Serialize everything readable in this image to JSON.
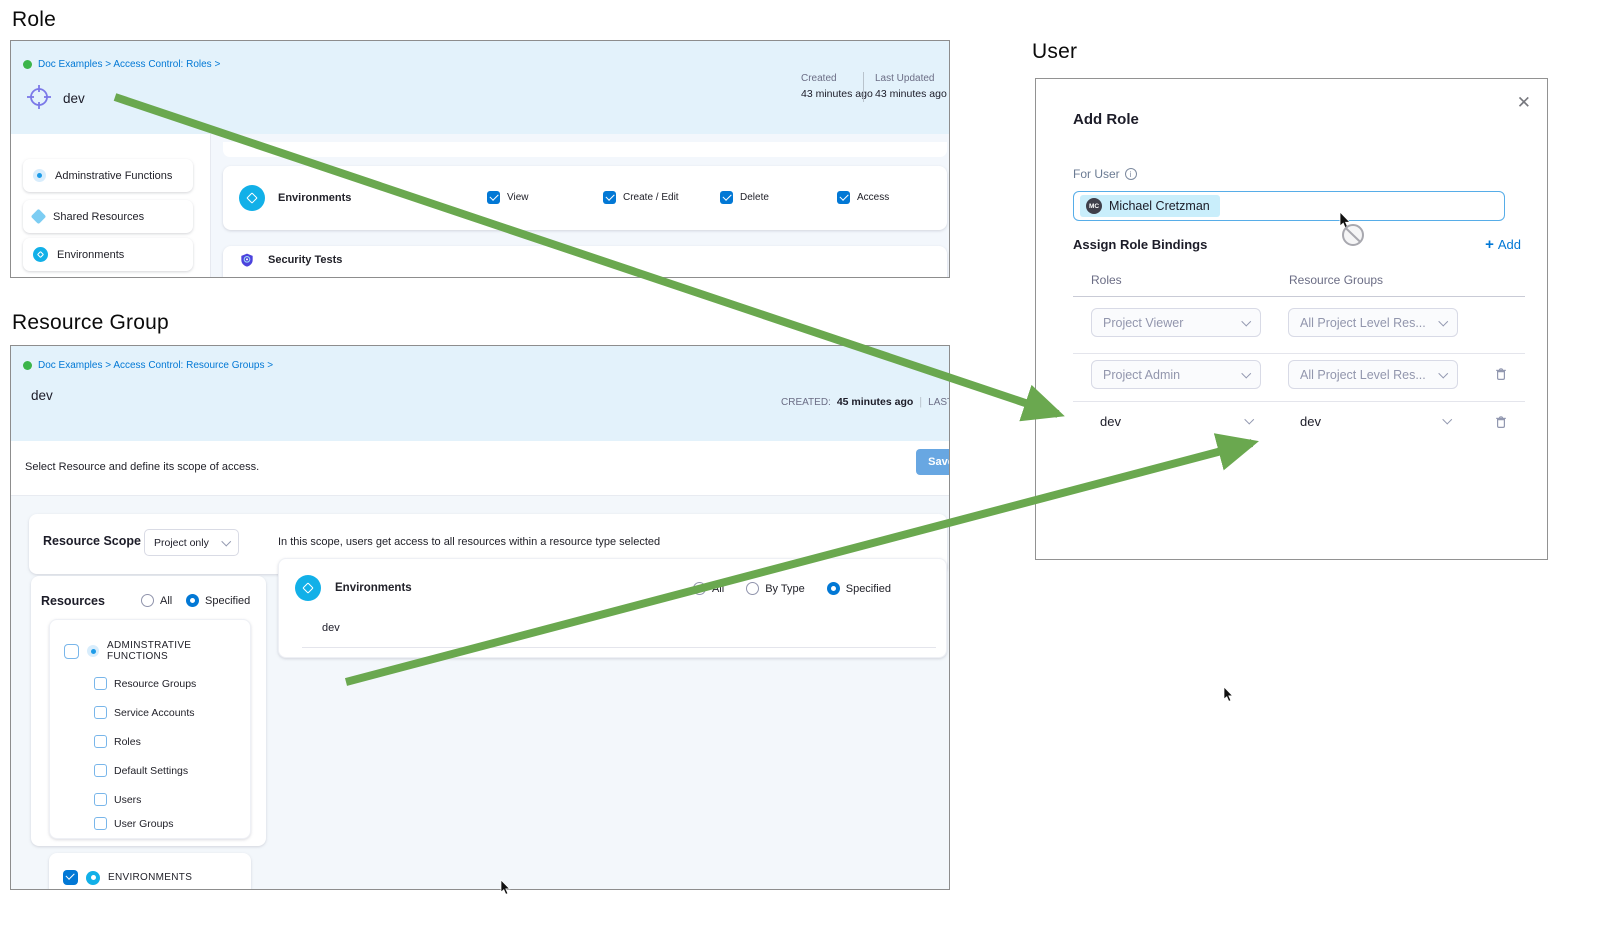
{
  "colors": {
    "accent": "#0278d5",
    "arrow_green": "#6aa84f",
    "header_blue": "#e3f2fb",
    "env_blue": "#12b0e8"
  },
  "role_panel": {
    "section_title": "Role",
    "breadcrumb": "Doc Examples > Access Control: Roles >",
    "name": "dev",
    "created_label": "Created",
    "created_value": "43 minutes ago",
    "updated_label": "Last Updated",
    "updated_value": "43 minutes ago",
    "sidebar": [
      "Adminstrative Functions",
      "Shared Resources",
      "Environments"
    ],
    "resource_row_label": "Environments",
    "permissions": [
      "View",
      "Create / Edit",
      "Delete",
      "Access"
    ],
    "security_row_label": "Security Tests"
  },
  "resource_group_panel": {
    "section_title": "Resource Group",
    "breadcrumb": "Doc Examples > Access Control: Resource Groups >",
    "name": "dev",
    "created_label": "CREATED:",
    "created_value": "45 minutes ago",
    "meta_divider": "|",
    "updated_label": "LAST UPD",
    "toolbar_text": "Select Resource and define its scope of access.",
    "save_label": "Save",
    "resource_scope_label": "Resource Scope",
    "resource_scope_value": "Project only",
    "resources_label": "Resources",
    "radio_all": "All",
    "radio_specified": "Specified",
    "tree_header": "ADMINSTRATIVE FUNCTIONS",
    "tree_items": [
      "Resource Groups",
      "Service Accounts",
      "Roles",
      "Default Settings",
      "Users",
      "User Groups"
    ],
    "environments_header": "ENVIRONMENTS",
    "scope_hint": "In this scope, users get access to all resources within a resource type selected",
    "env_row_label": "Environments",
    "env_radio_all": "All",
    "env_radio_by_type": "By Type",
    "env_radio_specified": "Specified",
    "env_item": "dev"
  },
  "user_panel": {
    "section_title": "User",
    "dialog_title": "Add Role",
    "for_user_label": "For User",
    "user_name": "Michael Cretzman",
    "user_initials": "MC",
    "assign_label": "Assign Role Bindings",
    "add_label": "Add",
    "columns": {
      "roles": "Roles",
      "resource_groups": "Resource Groups"
    },
    "bindings": [
      {
        "role": "Project Viewer",
        "resource_group": "All Project Level Res..."
      },
      {
        "role": "Project Admin",
        "resource_group": "All Project Level Res..."
      },
      {
        "role": "dev",
        "resource_group": "dev"
      }
    ]
  }
}
